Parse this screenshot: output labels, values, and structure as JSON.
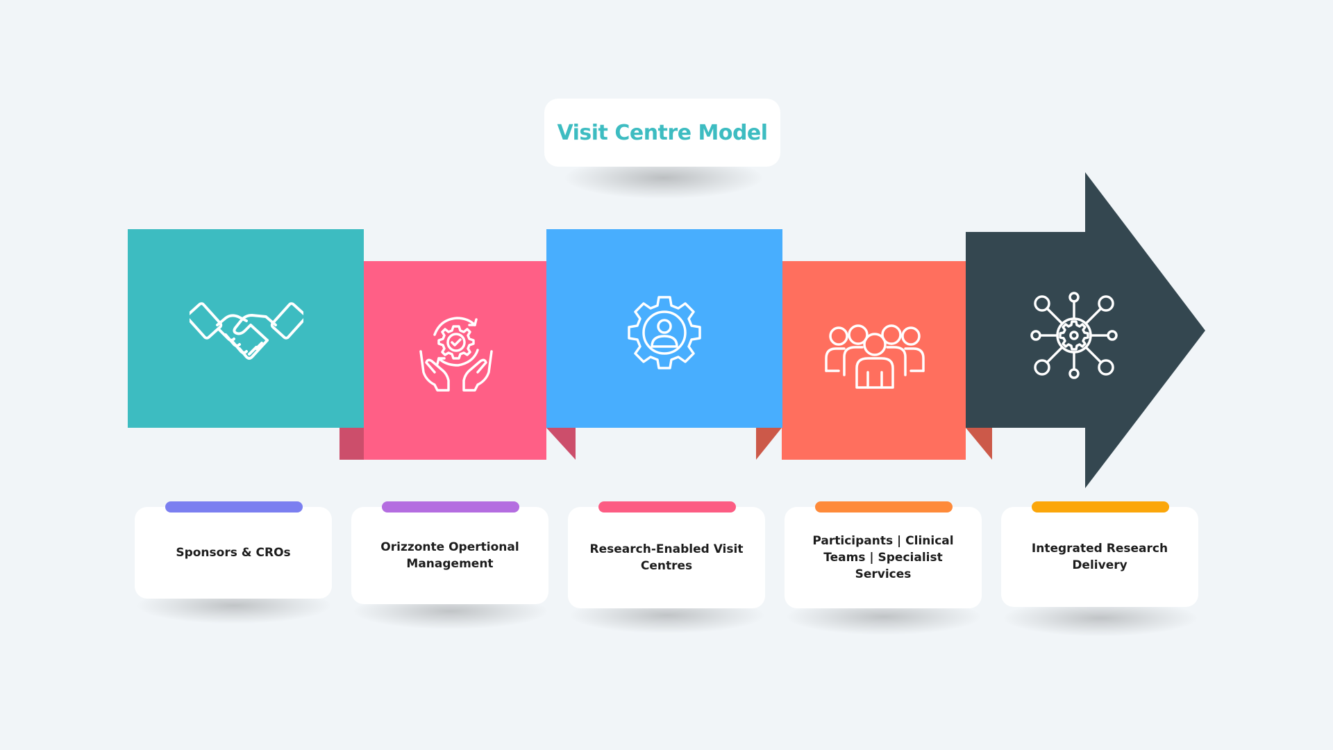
{
  "title": "Visit Centre Model",
  "colors": {
    "teal": "#3dbcc1",
    "pink": "#ff5f86",
    "blue": "#48aefe",
    "coral": "#ff6f5e",
    "dark": "#344750"
  },
  "steps": [
    {
      "label": "Sponsors & CROs",
      "icon": "handshake-icon",
      "bar_color": "#7b7ff0"
    },
    {
      "label": "Orizzonte Opertional Management",
      "icon": "hands-gear-check-icon",
      "bar_color": "#b46de0"
    },
    {
      "label": "Research-Enabled Visit Centres",
      "icon": "gear-user-icon",
      "bar_color": "#fc5c83"
    },
    {
      "label": "Participants | Clinical Teams | Specialist Services",
      "icon": "group-people-icon",
      "bar_color": "#fe8a3a"
    },
    {
      "label": "Integrated Research Delivery",
      "icon": "network-gear-icon",
      "bar_color": "#fba60a"
    }
  ]
}
